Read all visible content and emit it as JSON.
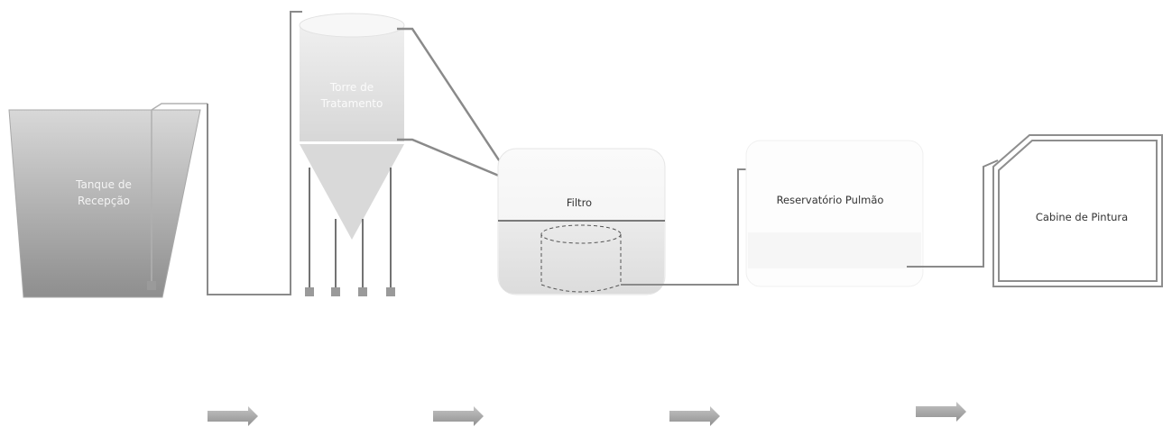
{
  "equipment": {
    "reception_tank": {
      "line1": "Tanque de",
      "line2": "Recepção"
    },
    "treatment_tower": {
      "line1": "Torre de",
      "line2": "Tratamento"
    },
    "filter": {
      "label": "Filtro"
    },
    "buffer_reservoir": {
      "label": "Reservatório Pulmão"
    },
    "paint_booth": {
      "label": "Cabine de Pintura"
    }
  },
  "colors": {
    "pipe": "#8a8a8a",
    "tank_dark": "#9c9c9c",
    "tank_light": "#e4e4e4",
    "arrow": "#a0a0a0",
    "outline": "#7a7a7a"
  },
  "flow_arrows": {
    "count": 4,
    "direction": "right"
  }
}
